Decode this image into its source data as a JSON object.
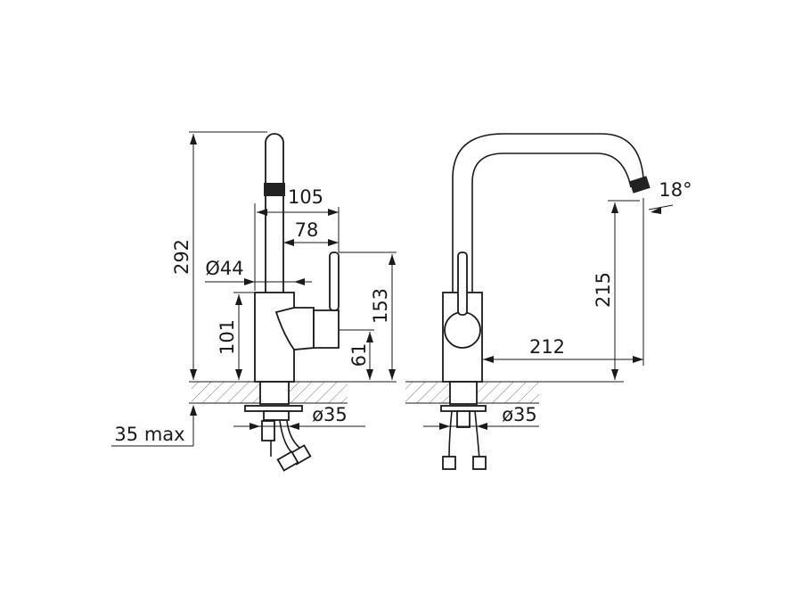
{
  "dimensions": {
    "height_total": "292",
    "width_105": "105",
    "width_78": "78",
    "diameter_44": "Ø44",
    "height_101": "101",
    "height_153": "153",
    "height_61": "61",
    "mount_left": "ø35",
    "mount_right": "ø35",
    "max_thickness": "35 max",
    "spout_height": "215",
    "spout_reach": "212",
    "spout_angle": "18°"
  },
  "colors": {
    "line": "#1a1a1a",
    "hatch": "#555555",
    "background": "#ffffff"
  }
}
